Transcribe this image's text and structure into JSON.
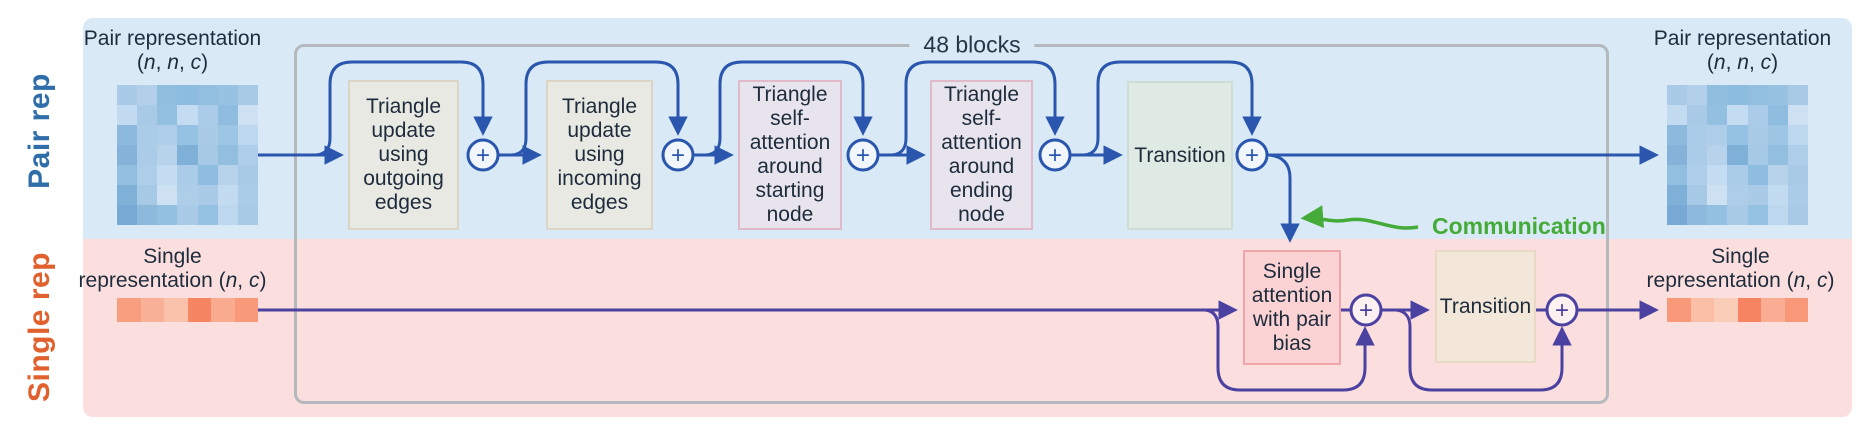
{
  "lanes": {
    "pair": {
      "label": "Pair rep",
      "text_color": "#2f6ea9",
      "bg": "#d9e9f6"
    },
    "single": {
      "label": "Single rep",
      "text_color": "#e0612e",
      "bg": "#fbdede"
    }
  },
  "blocks_label": "48 blocks",
  "io": {
    "pair_left": {
      "line1": "Pair representation",
      "line2": "(n, n, c)"
    },
    "pair_right": {
      "line1": "Pair representation",
      "line2": "(n, n, c)"
    },
    "single_left": {
      "line1": "Single",
      "line2": "representation (n, c)"
    },
    "single_right": {
      "line1": "Single",
      "line2": "representation (n, c)"
    }
  },
  "boxes": {
    "tri_out": [
      "Triangle",
      "update",
      "using",
      "outgoing",
      "edges"
    ],
    "tri_in": [
      "Triangle",
      "update",
      "using",
      "incoming",
      "edges"
    ],
    "tri_start": [
      "Triangle",
      "self-",
      "attention",
      "around",
      "starting",
      "node"
    ],
    "tri_end": [
      "Triangle",
      "self-",
      "attention",
      "around",
      "ending",
      "node"
    ],
    "pair_transition": [
      "Transition"
    ],
    "single_attn": [
      "Single",
      "attention",
      "with pair",
      "bias"
    ],
    "single_transition": [
      "Transition"
    ]
  },
  "communication": {
    "label": "Communication",
    "color": "#45ab38"
  },
  "add_symbol": "+",
  "colors": {
    "pair_arrow": "#2a57ad",
    "single_arrow": "#4a41a0",
    "pair_plus_fill": "#f0f6fb",
    "single_plus_fill": "#fdf0f0",
    "container_border": "#b5b9bd"
  },
  "heatmap": {
    "left": [
      [
        "#aacbe7",
        "#b2d0ea",
        "#90bedf",
        "#8cbcde",
        "#92bfe0",
        "#97c2e2",
        "#a8cae6"
      ],
      [
        "#c3dbf0",
        "#a9cae6",
        "#93c0e1",
        "#c4dcf1",
        "#abcce8",
        "#8fbddf",
        "#cde1f3"
      ],
      [
        "#8db9dc",
        "#abcce8",
        "#aecde9",
        "#95c1e2",
        "#a9cbe7",
        "#9dc5e4",
        "#bdd7ee"
      ],
      [
        "#84b2d9",
        "#abcce8",
        "#b7d3ec",
        "#7fb0d8",
        "#a6c9e6",
        "#92bfe0",
        "#aecde9"
      ],
      [
        "#92bfe0",
        "#aecde9",
        "#c4dcf1",
        "#abcce8",
        "#8fbddf",
        "#b7d3ec",
        "#a9cae6"
      ],
      [
        "#7fb0d8",
        "#a6c9e6",
        "#cde1f3",
        "#aecde9",
        "#a9cbe7",
        "#c3dbf0",
        "#abcce8"
      ],
      [
        "#77a9d4",
        "#8db9dc",
        "#93c0e1",
        "#a9cbe7",
        "#95c1e2",
        "#bdd7ee",
        "#a9cae6"
      ]
    ],
    "right": [
      [
        "#aacbe7",
        "#b2d0ea",
        "#90bedf",
        "#8cbcde",
        "#92bfe0",
        "#97c2e2",
        "#a8cae6"
      ],
      [
        "#c3dbf0",
        "#a9cae6",
        "#93c0e1",
        "#c4dcf1",
        "#abcce8",
        "#8fbddf",
        "#cde1f3"
      ],
      [
        "#8db9dc",
        "#abcce8",
        "#aecde9",
        "#95c1e2",
        "#a9cbe7",
        "#9dc5e4",
        "#bdd7ee"
      ],
      [
        "#84b2d9",
        "#abcce8",
        "#b7d3ec",
        "#7fb0d8",
        "#a6c9e6",
        "#92bfe0",
        "#aecde9"
      ],
      [
        "#92bfe0",
        "#aecde9",
        "#c4dcf1",
        "#abcce8",
        "#8fbddf",
        "#b7d3ec",
        "#a9cae6"
      ],
      [
        "#7fb0d8",
        "#a6c9e6",
        "#cde1f3",
        "#aecde9",
        "#a9cbe7",
        "#c3dbf0",
        "#abcce8"
      ],
      [
        "#77a9d4",
        "#8db9dc",
        "#93c0e1",
        "#a9cbe7",
        "#95c1e2",
        "#bdd7ee",
        "#a9cae6"
      ]
    ]
  },
  "strips": {
    "left": [
      "#f89d7d",
      "#f8b097",
      "#fac2ab",
      "#f68564",
      "#f9ab90",
      "#f89a7a"
    ],
    "right": [
      "#f8997a",
      "#fabfa6",
      "#facdb9",
      "#f68362",
      "#f9ae94",
      "#f89878"
    ]
  }
}
